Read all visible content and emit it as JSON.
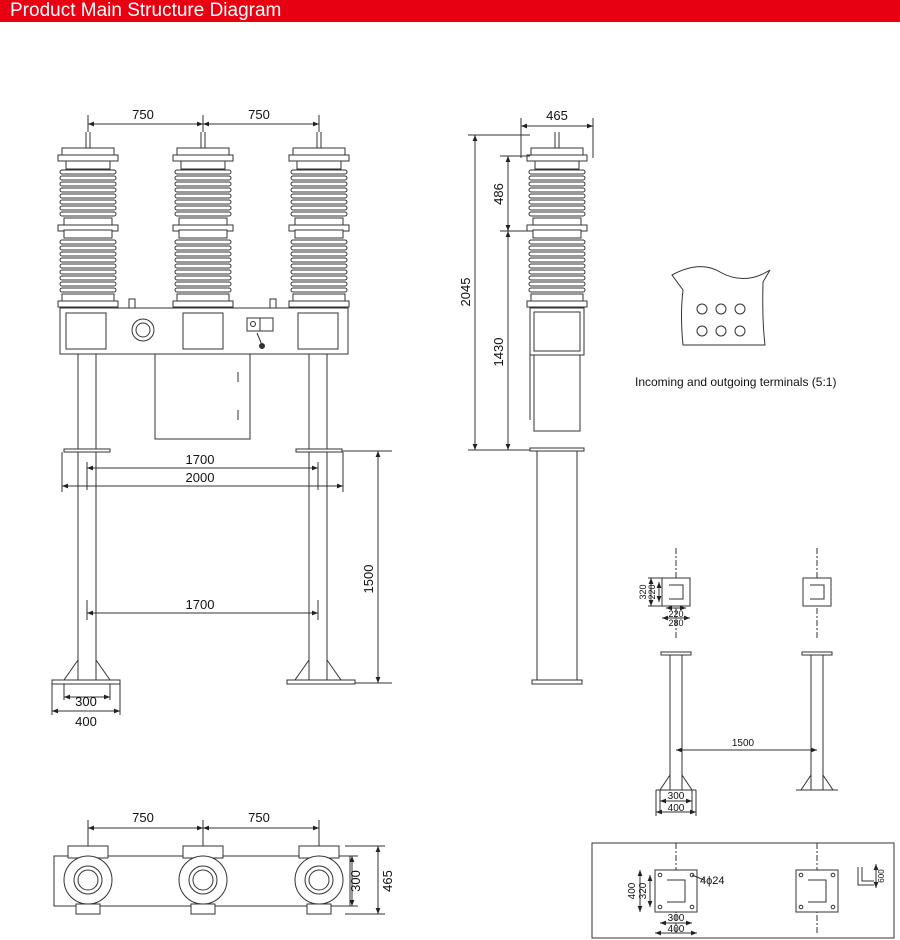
{
  "header": {
    "title": "Product Main Structure Diagram",
    "bar_color": "#e60012",
    "title_color": "#ffffff"
  },
  "front_view": {
    "pole_spacing_1": "750",
    "pole_spacing_2": "750",
    "leg_spacing_top": "1700",
    "frame_width": "2000",
    "leg_spacing_bottom": "1700",
    "leg_height": "1500",
    "base_inner": "300",
    "base_outer": "400"
  },
  "side_view": {
    "top_width": "465",
    "upper_height": "486",
    "total_height": "2045",
    "mid_height": "1430"
  },
  "terminal": {
    "caption": "Incoming and outgoing terminals (5:1)"
  },
  "top_view": {
    "spacing_1": "750",
    "spacing_2": "750",
    "inner_depth": "300",
    "outer_depth": "465"
  },
  "foundation": {
    "plate_320": "320",
    "plate_220_v": "220",
    "plate_220_h": "220",
    "plate_280": "280",
    "leg_spacing": "1500",
    "base_300": "300",
    "base_400": "400",
    "bolt_label": "4ϕ24",
    "bolt_400": "400",
    "bolt_320": "320",
    "bolt_300": "300",
    "bolt_400_h": "400",
    "profile_600": "600"
  }
}
